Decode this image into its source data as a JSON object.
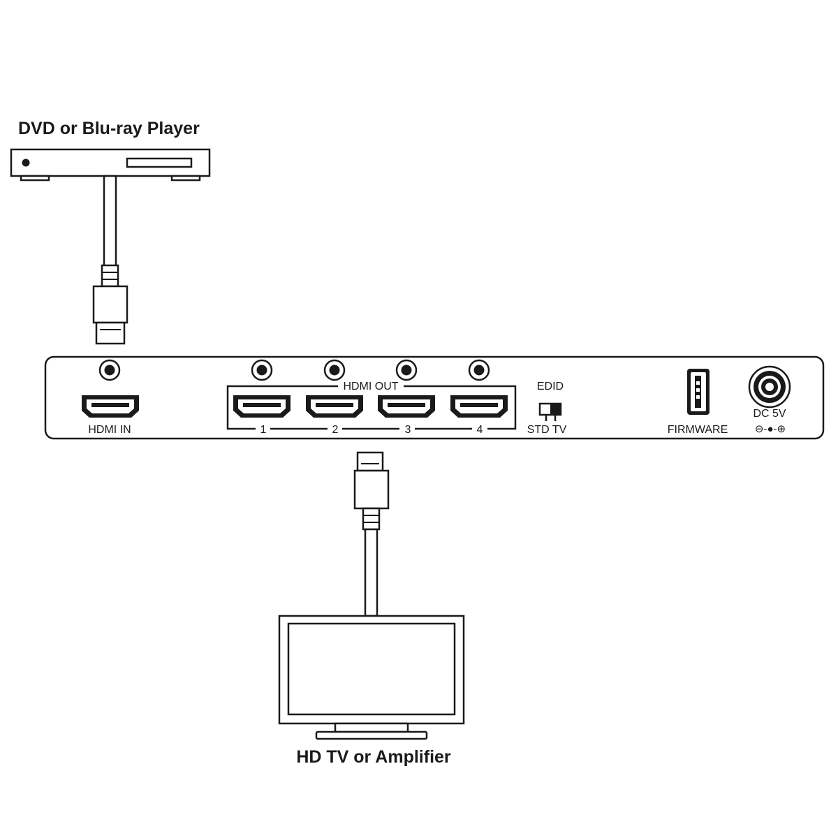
{
  "source": {
    "title": "DVD or Blu-ray Player"
  },
  "sink": {
    "title": "HD TV or Amplifier"
  },
  "device": {
    "hdmi_in_label": "HDMI IN",
    "hdmi_out_label": "HDMI OUT",
    "output_ports": [
      "1",
      "2",
      "3",
      "4"
    ],
    "edid_label": "EDID",
    "edid_switch_label": "STD TV",
    "firmware_label": "FIRMWARE",
    "power_label": "DC 5V",
    "polarity_symbol": "⊖-●-⊕"
  }
}
